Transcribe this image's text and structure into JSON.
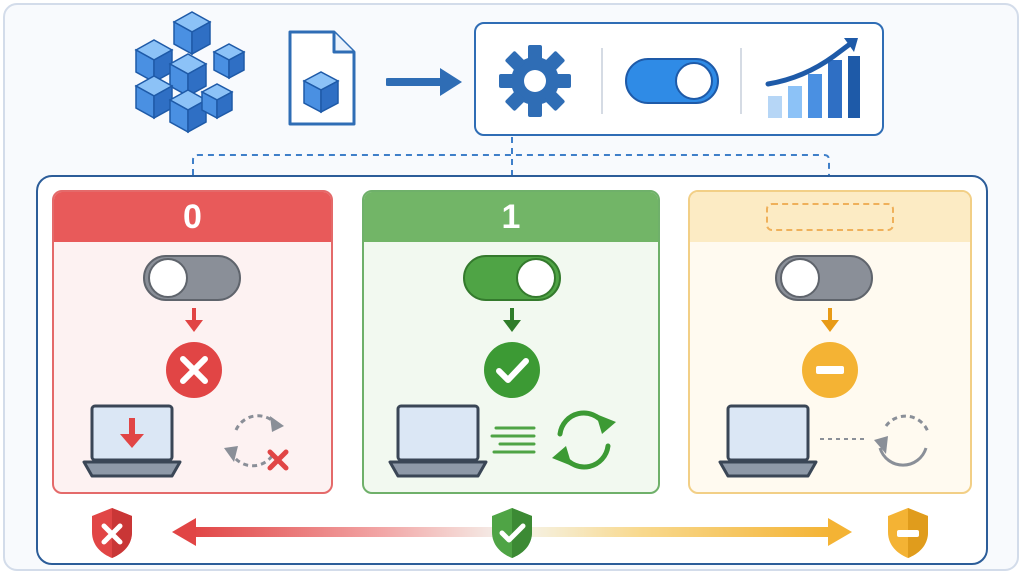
{
  "top_row": {
    "icons": [
      "registry-cubes-icon",
      "registry-file-icon",
      "arrow-right-icon"
    ],
    "settings_icons": [
      "gear-icon",
      "toggle-on-icon",
      "bar-chart-growth-icon"
    ]
  },
  "cards": [
    {
      "id": "off",
      "header": "0",
      "color": "#e85a5a",
      "toggle": "off",
      "result_icon": "x-circle-icon",
      "device_icon": "laptop-download-icon",
      "sync_icon": "sync-failed-icon"
    },
    {
      "id": "on",
      "header": "1",
      "color": "#72b567",
      "toggle": "on",
      "result_icon": "check-circle-icon",
      "device_icon": "laptop-icon",
      "sync_icon": "sync-active-icon"
    },
    {
      "id": "undefined",
      "header": "",
      "color": "#f4b334",
      "toggle": "off",
      "result_icon": "minus-circle-icon",
      "device_icon": "laptop-icon",
      "sync_icon": "sync-idle-icon"
    }
  ],
  "bottom_row": {
    "icons": [
      "shield-x-icon",
      "shield-check-icon",
      "shield-minus-icon"
    ],
    "arrow": "double-arrow-gradient"
  },
  "colors": {
    "blue": "#2f6db5",
    "red": "#e85a5a",
    "green": "#4fa445",
    "yellow": "#f4b334",
    "gray": "#8a8f98"
  }
}
